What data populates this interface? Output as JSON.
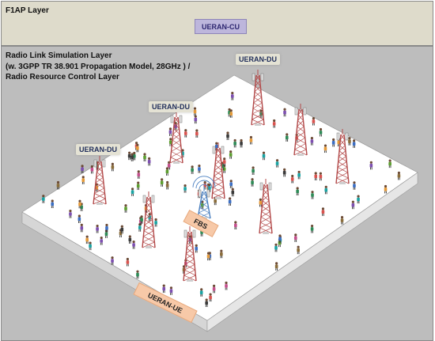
{
  "f1ap_layer": {
    "title": "F1AP Layer",
    "cu_label": "UERAN-CU"
  },
  "radio_layer": {
    "title_lines": [
      "Radio Link Simulation Layer",
      "(w. 3GPP TR 38.901 Propagation Model, 28GHz ) /",
      "Radio Resource Control Layer"
    ]
  },
  "labels": {
    "du_1": "UERAN-DU",
    "du_2": "UERAN-DU",
    "du_3": "UERAN-DU",
    "fbs": "FBS",
    "ue": "UERAN-UE"
  },
  "colors": {
    "cu_box": "#bdb6dc",
    "tower": "#b34a4a",
    "fbs_tower": "#4a7fc0",
    "tag": "#f7c9a8",
    "platform": "#ffffff"
  }
}
